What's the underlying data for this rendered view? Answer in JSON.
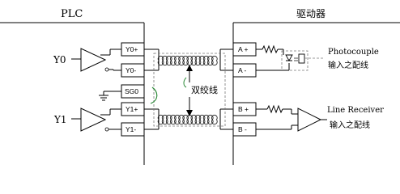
{
  "titles": {
    "plc": "PLC",
    "driver": "驱动器"
  },
  "signals": {
    "y0": "Y0",
    "y1": "Y1"
  },
  "plc_pins": {
    "y0_plus": "Y0+",
    "y0_minus": "Y0-",
    "sg0": "SG0",
    "y1_plus": "Y1+",
    "y1_minus": "Y1-"
  },
  "driver_pins": {
    "a_plus": "A +",
    "a_minus": "A -",
    "b_plus": "B +",
    "b_minus": "B -"
  },
  "twisted_pair_label": "双绞线",
  "inputs": {
    "photocoupler_name": "Photocouple",
    "photocoupler_desc": "输入之配线",
    "receiver_name": "Line Receiver",
    "receiver_desc": "输入之配线"
  }
}
